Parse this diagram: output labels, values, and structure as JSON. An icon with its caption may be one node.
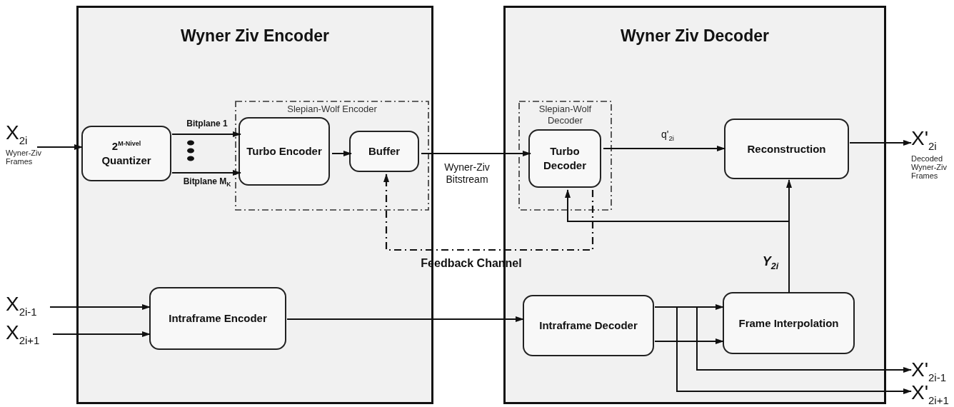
{
  "diagram": {
    "nodes": [
      {
        "text": [
          "Wyner Ziv Encoder"
        ]
      },
      {
        "text": [
          "Slepian-Wolf Encoder"
        ],
        "in": 0
      },
      {
        "text": [
          "2$^{M-Nivel}$ Quantizer"
        ],
        "in": 0
      },
      {
        "text": [
          "Turbo Encoder"
        ],
        "in": 1
      },
      {
        "text": [
          "Buffer"
        ],
        "in": 1
      },
      {
        "text": [
          "Intraframe Encoder"
        ],
        "in": 0
      },
      {
        "text": [
          "Wyner Ziv Decoder"
        ]
      },
      {
        "text": [
          "Slepian-Wolf Decoder"
        ],
        "in": 6
      },
      {
        "text": [
          "Turbo Decoder"
        ],
        "in": 7
      },
      {
        "text": [
          "Reconstruction"
        ],
        "in": 6
      },
      {
        "text": [
          "Intraframe Decoder"
        ],
        "in": 6
      },
      {
        "text": [
          "Frame Interpolation"
        ],
        "in": 6
      },
      {
        "text": [
          "X$_{2i}$"
        ],
        "beside": [
          "Wyner-Ziv Frames"
        ]
      },
      {
        "text": [
          "X$_{2i-1}$"
        ]
      },
      {
        "text": [
          "X$_{2i+1}$"
        ]
      },
      {
        "text": [
          "X'$_{2i}$"
        ],
        "beside": [
          "Decoded Wyner-Ziv Frames"
        ]
      },
      {
        "text": [
          "X'$_{2i-1}$"
        ]
      },
      {
        "text": [
          "X'$_{2i+1}$"
        ]
      }
    ],
    "edges": [
      {
        "from": 12,
        "to": 2,
        "arrow": "to"
      },
      {
        "from": 2,
        "to": 3,
        "arrow": "to",
        "label": "Bitplane 1"
      },
      {
        "from": 2,
        "to": 3,
        "arrow": "to",
        "label": "Bitplane M$_{K}$"
      },
      {
        "from": 3,
        "to": 4,
        "arrow": "to"
      },
      {
        "from": 4,
        "to": 8,
        "arrow": "to",
        "label": "Wyner-Ziv Bitstream"
      },
      {
        "from": 8,
        "to": 4,
        "arrow": "to",
        "style": "dashed",
        "label": "Feedback Channel"
      },
      {
        "from": 8,
        "to": 9,
        "arrow": "to",
        "label": "q'$_{2i}$"
      },
      {
        "from": 9,
        "to": 15,
        "arrow": "to"
      },
      {
        "from": 13,
        "to": 5,
        "arrow": "to"
      },
      {
        "from": 14,
        "to": 5,
        "arrow": "to"
      },
      {
        "from": 5,
        "to": 10,
        "arrow": "to"
      },
      {
        "from": 10,
        "to": 11,
        "arrow": "to"
      },
      {
        "from": 10,
        "to": 11,
        "arrow": "to"
      },
      {
        "from": 10,
        "to": 16,
        "arrow": "to"
      },
      {
        "from": 10,
        "to": 17,
        "arrow": "to"
      },
      {
        "from": 11,
        "to": 9,
        "arrow": "to",
        "label": "Y$_{2i}$"
      },
      {
        "from": 11,
        "to": 8,
        "arrow": "to"
      }
    ]
  }
}
